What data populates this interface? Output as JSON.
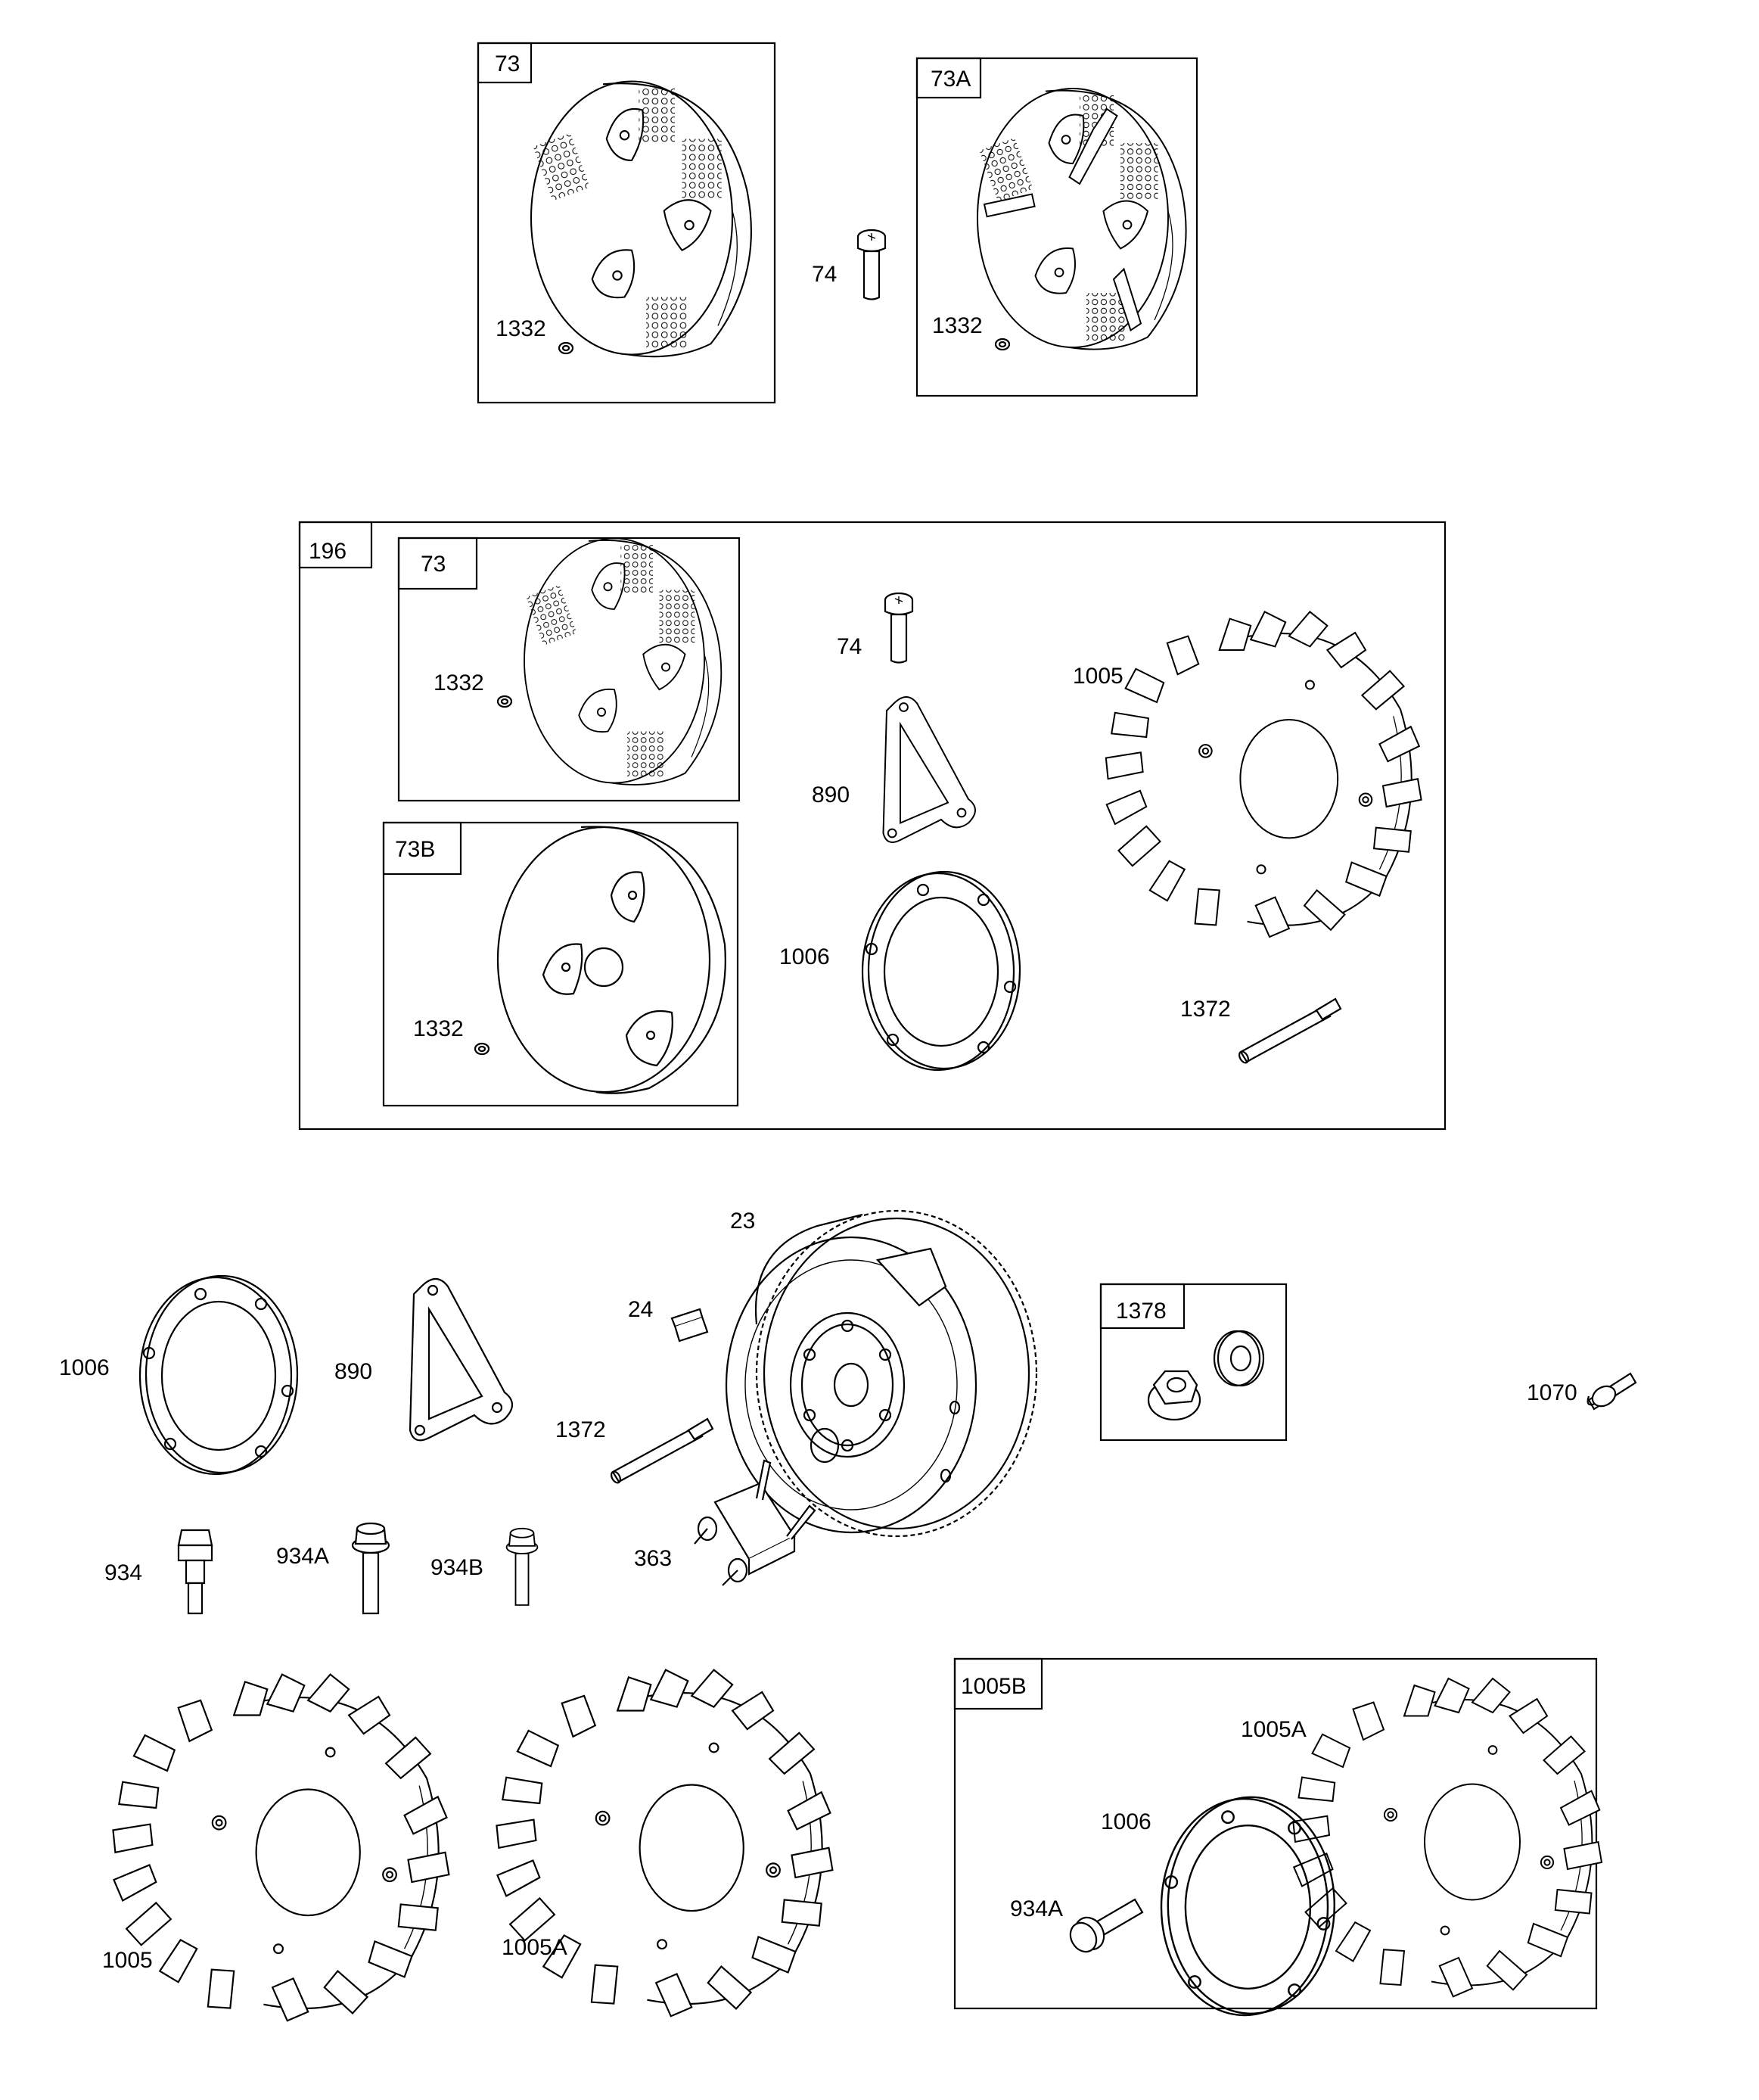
{
  "boxes": {
    "b73": "73",
    "b73a": "73A",
    "b196": "196",
    "b196_73": "73",
    "b73b": "73B",
    "b1378": "1378",
    "b1005b": "1005B"
  },
  "labels": {
    "l1332a": "1332",
    "l74a": "74",
    "l1332b": "1332",
    "l1332c": "1332",
    "l74b": "74",
    "l1005a": "1005",
    "l890a": "890",
    "l1332d": "1332",
    "l1006a": "1006",
    "l1372a": "1372",
    "l23": "23",
    "l24": "24",
    "l1006b": "1006",
    "l890b": "890",
    "l1372b": "1372",
    "l1070": "1070",
    "l934": "934",
    "l934a": "934A",
    "l934b": "934B",
    "l363": "363",
    "l1005b": "1005",
    "l1005ab": "1005A",
    "l1005ac": "1005A",
    "l1006c": "1006",
    "l934ac": "934A"
  }
}
